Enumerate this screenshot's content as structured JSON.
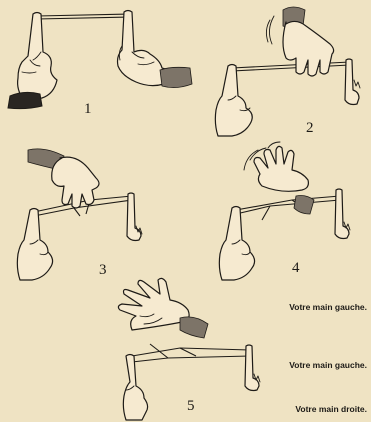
{
  "panels": [
    {
      "number": "1"
    },
    {
      "number": "2"
    },
    {
      "number": "3"
    },
    {
      "number": "4"
    },
    {
      "number": "5"
    }
  ],
  "captions": [
    "Votre main gauche.",
    "Votre main gauche.",
    "Votre main droite."
  ]
}
